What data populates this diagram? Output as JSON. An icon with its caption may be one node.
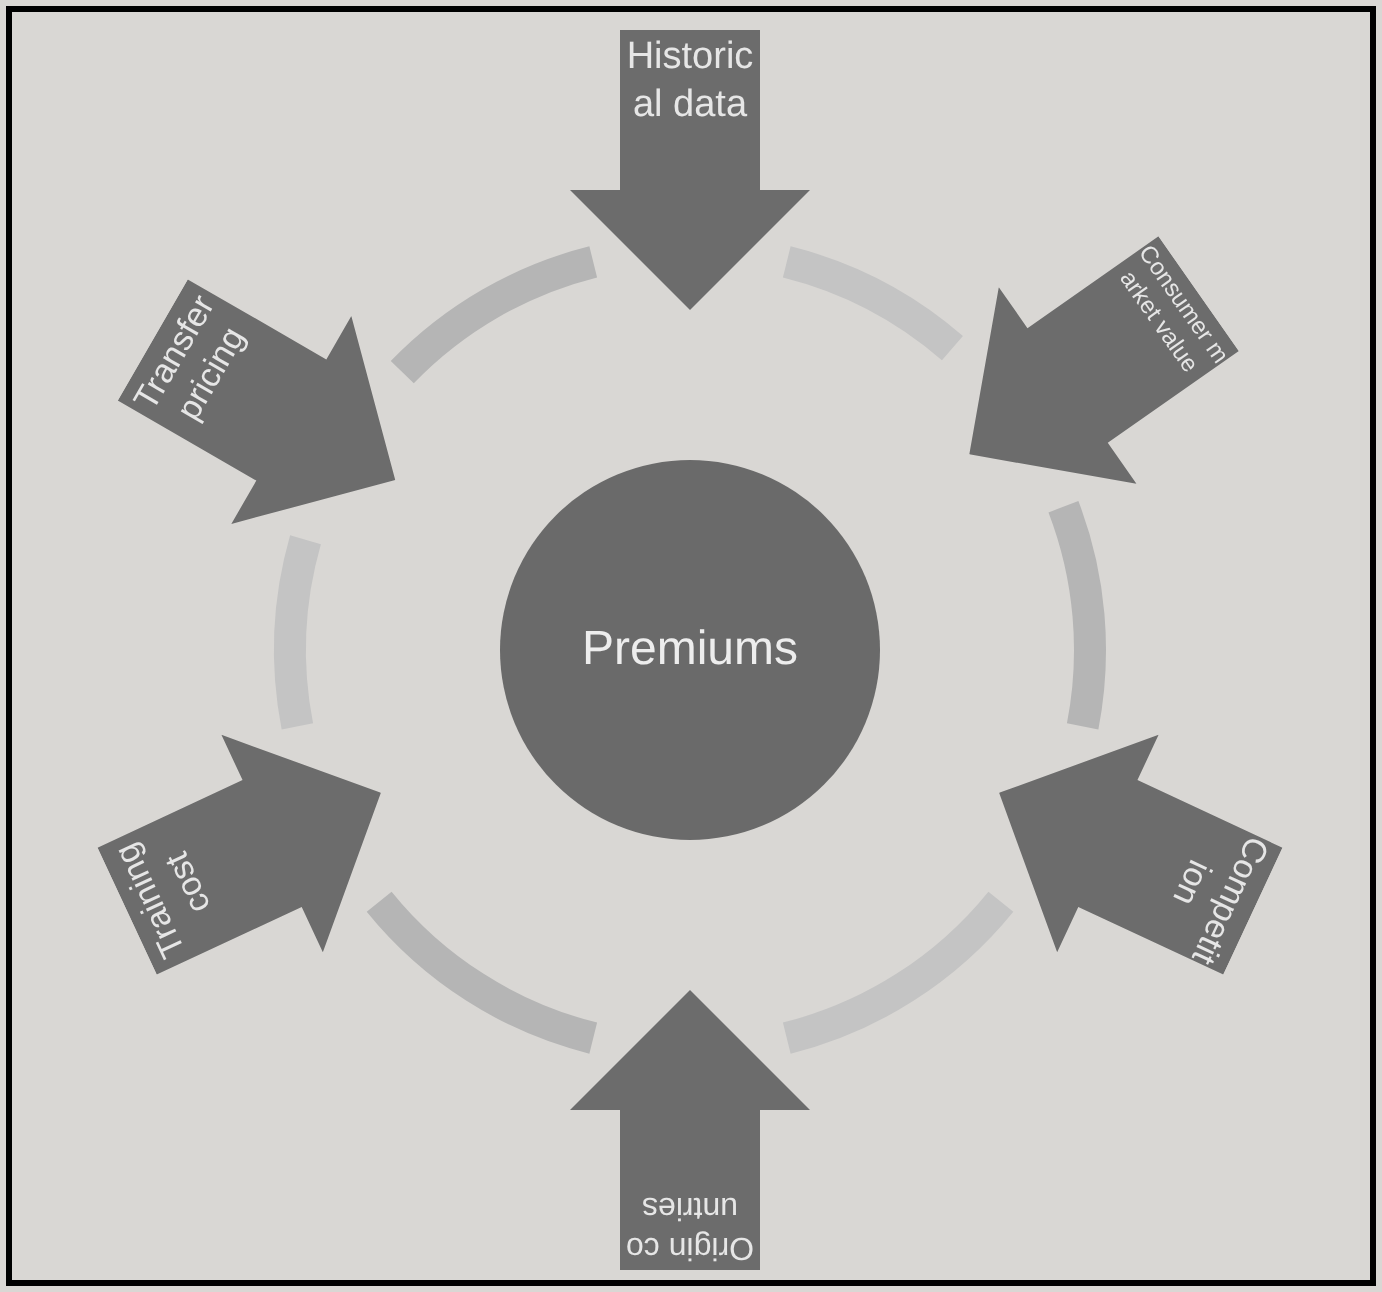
{
  "diagram": {
    "nodes": [
      {
        "text": [
          "Premiums"
        ]
      },
      {
        "text": [
          "Historical data"
        ]
      },
      {
        "text": [
          "Consumer market value"
        ]
      },
      {
        "text": [
          "Competition"
        ]
      },
      {
        "text": [
          "Origin countries"
        ]
      },
      {
        "text": [
          "Training cost"
        ]
      },
      {
        "text": [
          "Transfer pricing"
        ]
      }
    ]
  }
}
